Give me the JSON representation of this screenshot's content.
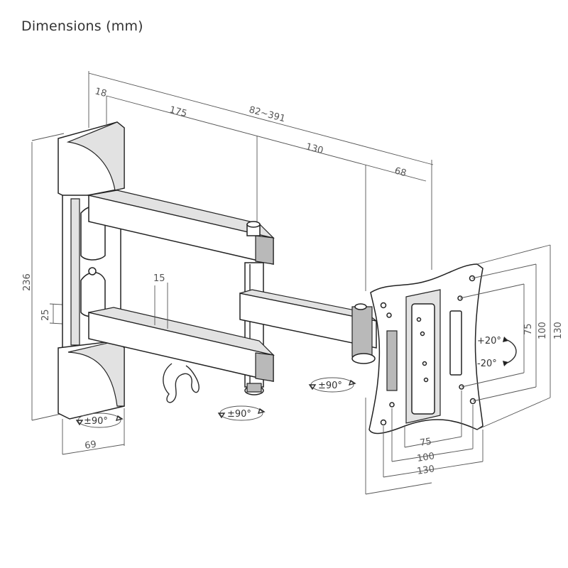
{
  "title": "Dimensions (mm)",
  "dims": {
    "wall_depth": "18",
    "arm1": "175",
    "extension": "82~391",
    "arm2": "130",
    "head_depth": "68",
    "height": "236",
    "arm_gap": "25",
    "arm_width": "15",
    "plate_width": "69",
    "vesa_h_75": "75",
    "vesa_h_100": "100",
    "vesa_h_130": "130",
    "vesa_v_75": "75",
    "vesa_v_100": "100",
    "vesa_v_130": "130"
  },
  "angles": {
    "wall_swivel": "±90°",
    "arm_swivel": "±90°",
    "head_swivel": "±90°",
    "tilt_up": "+20°",
    "tilt_down": "-20°"
  }
}
